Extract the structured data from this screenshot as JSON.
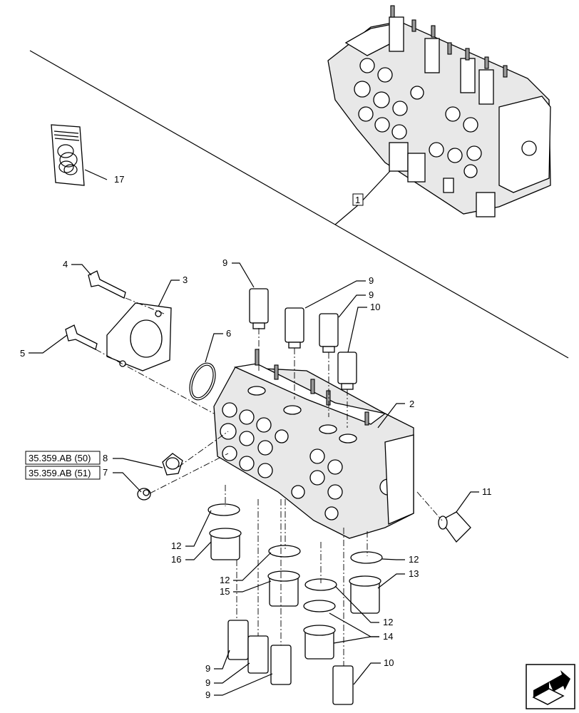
{
  "callouts": {
    "c1": "1",
    "c2": "2",
    "c3": "3",
    "c4": "4",
    "c5": "5",
    "c6": "6",
    "c7": "7",
    "c8": "8",
    "c9a": "9",
    "c9b": "9",
    "c9c": "9",
    "c10a": "10",
    "c11": "11",
    "c12a": "12",
    "c16": "16",
    "c12b": "12",
    "c15": "15",
    "c12c": "12",
    "c13": "13",
    "c12d": "12",
    "c14": "14",
    "c9d": "9",
    "c9e": "9",
    "c9f": "9",
    "c10b": "10",
    "c17": "17"
  },
  "references": {
    "ref50": "35.359.AB (50)",
    "ref51": "35.359.AB (51)"
  },
  "icons": {
    "navigation": "next-page-arrow-icon",
    "kit": "seal-kit-bag-icon"
  }
}
